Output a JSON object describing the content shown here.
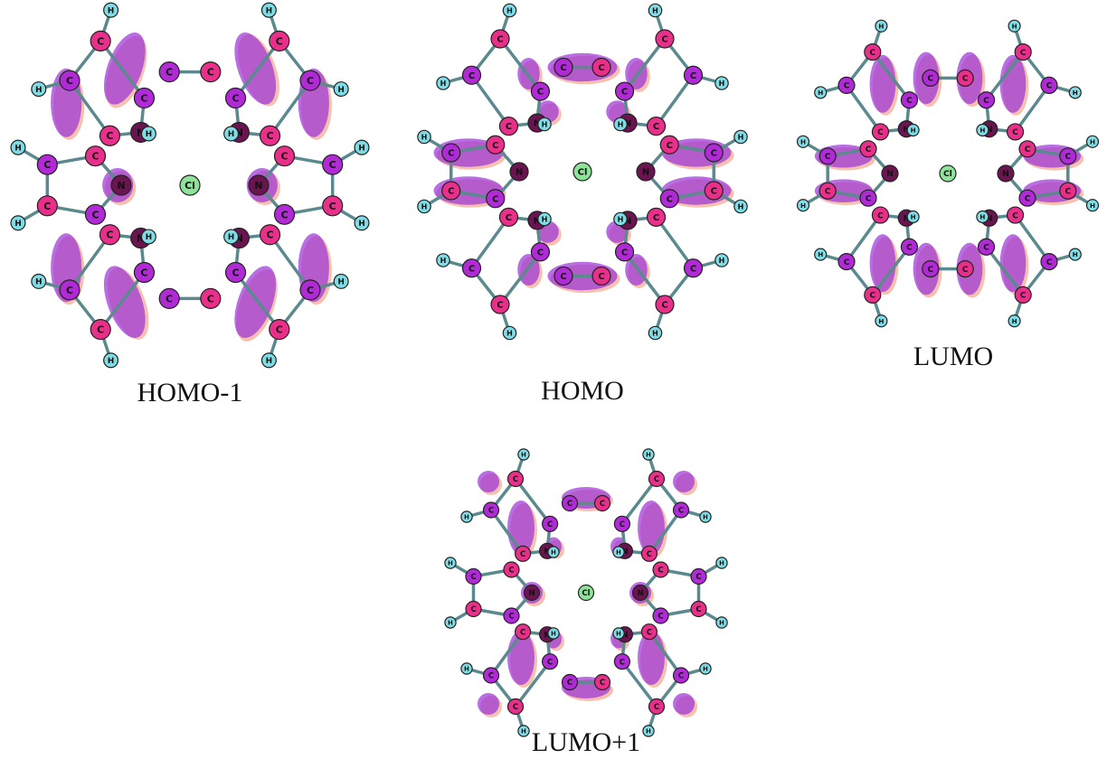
{
  "figure": {
    "panels": [
      {
        "key": "homo_minus_1",
        "caption": "HOMO-1",
        "colors": {
          "phase_a": "#9b30d9",
          "phase_b": "#f2a58c"
        },
        "lobes": "alpha"
      },
      {
        "key": "homo",
        "caption": "HOMO",
        "colors": {
          "phase_a": "#9b30d9",
          "phase_b": "#f2a58c"
        },
        "lobes": "pyrrole_pairs"
      },
      {
        "key": "lumo",
        "caption": "LUMO",
        "colors": {
          "phase_a": "#9b30d9",
          "phase_b": "#f2a58c"
        },
        "lobes": "beta"
      },
      {
        "key": "lumo_plus_1",
        "caption": "LUMO+1",
        "colors": {
          "phase_a": "#9b30d9",
          "phase_b": "#f2a58c"
        },
        "lobes": "alpha_meso"
      }
    ],
    "atom_labels": {
      "carbon": "C",
      "nitrogen": "N",
      "hydrogen": "H",
      "chlorine": "Cl"
    },
    "atom_colors": {
      "carbon_pink": "#e8308a",
      "carbon_purple": "#b02ad6",
      "nitrogen": "#6a1450",
      "hydrogen": "#7fdce4",
      "chlorine": "#8ee29a",
      "bond": "#5b8a8e"
    }
  }
}
